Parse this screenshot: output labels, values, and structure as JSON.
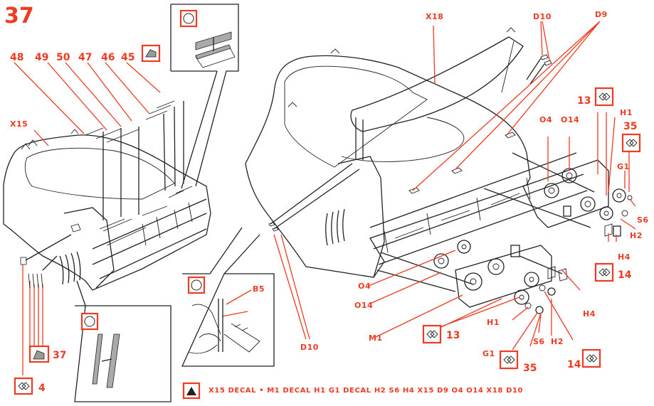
{
  "step_number": "37",
  "colors": {
    "accent": "#ee3b22",
    "line": "#222222",
    "decal_gray": "#9a9a9a"
  },
  "left_view": {
    "strip_labels": [
      "48",
      "49",
      "50",
      "47",
      "46",
      "45"
    ],
    "body_label": "X15",
    "vent_decal_ref": "37",
    "badge_ref": "4"
  },
  "right_view": {
    "wing_label": "X18",
    "pin_label_top": "D10",
    "lamp_label": "D9",
    "pin_label_bottom": "D10",
    "tool_label": "B5",
    "upper_parts": {
      "ref_13": "13",
      "ref_35": "35",
      "ref_14": "14",
      "labels": [
        "O4",
        "O14",
        "H1",
        "G1",
        "S6",
        "H2",
        "H4"
      ]
    },
    "lower_parts": {
      "ref_13": "13",
      "ref_35": "35",
      "ref_14": "14",
      "labels": [
        "O4",
        "O14",
        "M1",
        "H1",
        "G1",
        "S6",
        "H2",
        "H4"
      ]
    }
  },
  "insets": [
    {
      "name": "decal-strip-inset",
      "icon": "circle-icon"
    },
    {
      "name": "tool-inset",
      "icon": "circle-icon"
    },
    {
      "name": "vent-decal-inset",
      "icon": "circle-icon"
    }
  ],
  "legend": {
    "icon": "triangle-icon",
    "text": "X15 DECAL • M1 DECAL H1 G1 DECAL H2 S6 H4 X15 D9 O4 O14 X18 D10"
  }
}
